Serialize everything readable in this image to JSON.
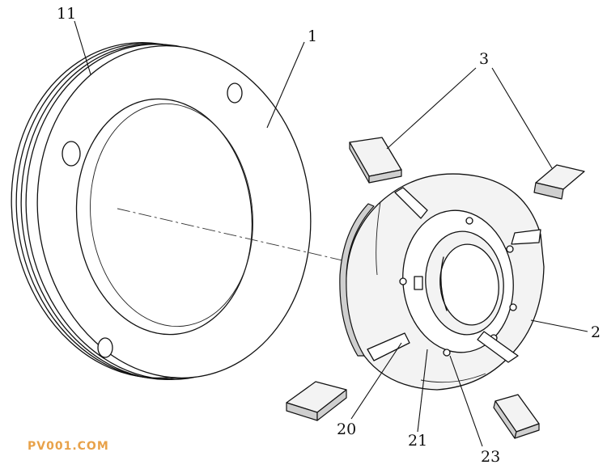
{
  "callouts": {
    "c11": "11",
    "c1": "1",
    "c3": "3",
    "c2": "2",
    "c20": "20",
    "c21": "21",
    "c23": "23"
  },
  "watermark": "PV001.COM",
  "colors": {
    "line": "#111111",
    "watermark": "#e8a24a"
  }
}
